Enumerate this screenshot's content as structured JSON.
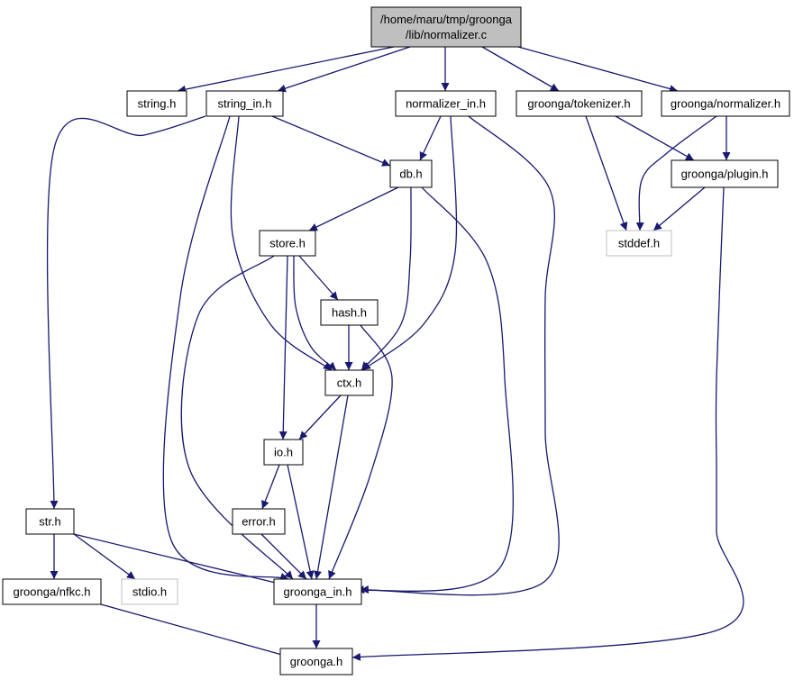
{
  "colors": {
    "edge": "#191970",
    "root_fill": "#bfbfbf",
    "node_fill": "#ffffff",
    "node_border": "#000000",
    "system_border": "#bfbfbf",
    "text": "#000000"
  },
  "nodes": [
    {
      "id": "normalizer_c",
      "label_lines": [
        "/home/maru/tmp/groonga",
        "/lib/normalizer.c"
      ],
      "kind": "root"
    },
    {
      "id": "string_h",
      "label_lines": [
        "string.h"
      ],
      "kind": "header"
    },
    {
      "id": "string_in_h",
      "label_lines": [
        "string_in.h"
      ],
      "kind": "header"
    },
    {
      "id": "normalizer_in_h",
      "label_lines": [
        "normalizer_in.h"
      ],
      "kind": "header"
    },
    {
      "id": "groonga_tokenizer_h",
      "label_lines": [
        "groonga/tokenizer.h"
      ],
      "kind": "header"
    },
    {
      "id": "groonga_normalizer_h",
      "label_lines": [
        "groonga/normalizer.h"
      ],
      "kind": "header"
    },
    {
      "id": "db_h",
      "label_lines": [
        "db.h"
      ],
      "kind": "header"
    },
    {
      "id": "groonga_plugin_h",
      "label_lines": [
        "groonga/plugin.h"
      ],
      "kind": "header"
    },
    {
      "id": "stddef_h",
      "label_lines": [
        "stddef.h"
      ],
      "kind": "system"
    },
    {
      "id": "store_h",
      "label_lines": [
        "store.h"
      ],
      "kind": "header"
    },
    {
      "id": "hash_h",
      "label_lines": [
        "hash.h"
      ],
      "kind": "header"
    },
    {
      "id": "ctx_h",
      "label_lines": [
        "ctx.h"
      ],
      "kind": "header"
    },
    {
      "id": "io_h",
      "label_lines": [
        "io.h"
      ],
      "kind": "header"
    },
    {
      "id": "error_h",
      "label_lines": [
        "error.h"
      ],
      "kind": "header"
    },
    {
      "id": "str_h",
      "label_lines": [
        "str.h"
      ],
      "kind": "header"
    },
    {
      "id": "groonga_nfkc_h",
      "label_lines": [
        "groonga/nfkc.h"
      ],
      "kind": "header"
    },
    {
      "id": "stdio_h",
      "label_lines": [
        "stdio.h"
      ],
      "kind": "system"
    },
    {
      "id": "groonga_in_h",
      "label_lines": [
        "groonga_in.h"
      ],
      "kind": "header"
    },
    {
      "id": "groonga_h",
      "label_lines": [
        "groonga.h"
      ],
      "kind": "header"
    }
  ],
  "edges": [
    {
      "from": "normalizer_c",
      "to": "string_h"
    },
    {
      "from": "normalizer_c",
      "to": "string_in_h"
    },
    {
      "from": "normalizer_c",
      "to": "normalizer_in_h"
    },
    {
      "from": "normalizer_c",
      "to": "groonga_tokenizer_h"
    },
    {
      "from": "normalizer_c",
      "to": "groonga_normalizer_h"
    },
    {
      "from": "string_in_h",
      "to": "db_h"
    },
    {
      "from": "string_in_h",
      "to": "str_h"
    },
    {
      "from": "string_in_h",
      "to": "ctx_h"
    },
    {
      "from": "string_in_h",
      "to": "groonga_in_h"
    },
    {
      "from": "normalizer_in_h",
      "to": "db_h"
    },
    {
      "from": "normalizer_in_h",
      "to": "ctx_h"
    },
    {
      "from": "normalizer_in_h",
      "to": "groonga_in_h"
    },
    {
      "from": "groonga_tokenizer_h",
      "to": "groonga_plugin_h"
    },
    {
      "from": "groonga_tokenizer_h",
      "to": "stddef_h"
    },
    {
      "from": "groonga_normalizer_h",
      "to": "groonga_plugin_h"
    },
    {
      "from": "groonga_normalizer_h",
      "to": "stddef_h"
    },
    {
      "from": "groonga_plugin_h",
      "to": "stddef_h"
    },
    {
      "from": "groonga_plugin_h",
      "to": "groonga_h"
    },
    {
      "from": "db_h",
      "to": "store_h"
    },
    {
      "from": "db_h",
      "to": "ctx_h"
    },
    {
      "from": "db_h",
      "to": "groonga_in_h"
    },
    {
      "from": "store_h",
      "to": "hash_h"
    },
    {
      "from": "store_h",
      "to": "ctx_h"
    },
    {
      "from": "store_h",
      "to": "io_h"
    },
    {
      "from": "store_h",
      "to": "groonga_in_h"
    },
    {
      "from": "hash_h",
      "to": "ctx_h"
    },
    {
      "from": "hash_h",
      "to": "groonga_in_h"
    },
    {
      "from": "ctx_h",
      "to": "io_h"
    },
    {
      "from": "ctx_h",
      "to": "groonga_in_h"
    },
    {
      "from": "io_h",
      "to": "error_h"
    },
    {
      "from": "io_h",
      "to": "groonga_in_h"
    },
    {
      "from": "error_h",
      "to": "groonga_in_h"
    },
    {
      "from": "str_h",
      "to": "groonga_nfkc_h"
    },
    {
      "from": "str_h",
      "to": "stdio_h"
    },
    {
      "from": "str_h",
      "to": "groonga_in_h"
    },
    {
      "from": "groonga_nfkc_h",
      "to": "groonga_h"
    },
    {
      "from": "groonga_in_h",
      "to": "groonga_h"
    }
  ]
}
